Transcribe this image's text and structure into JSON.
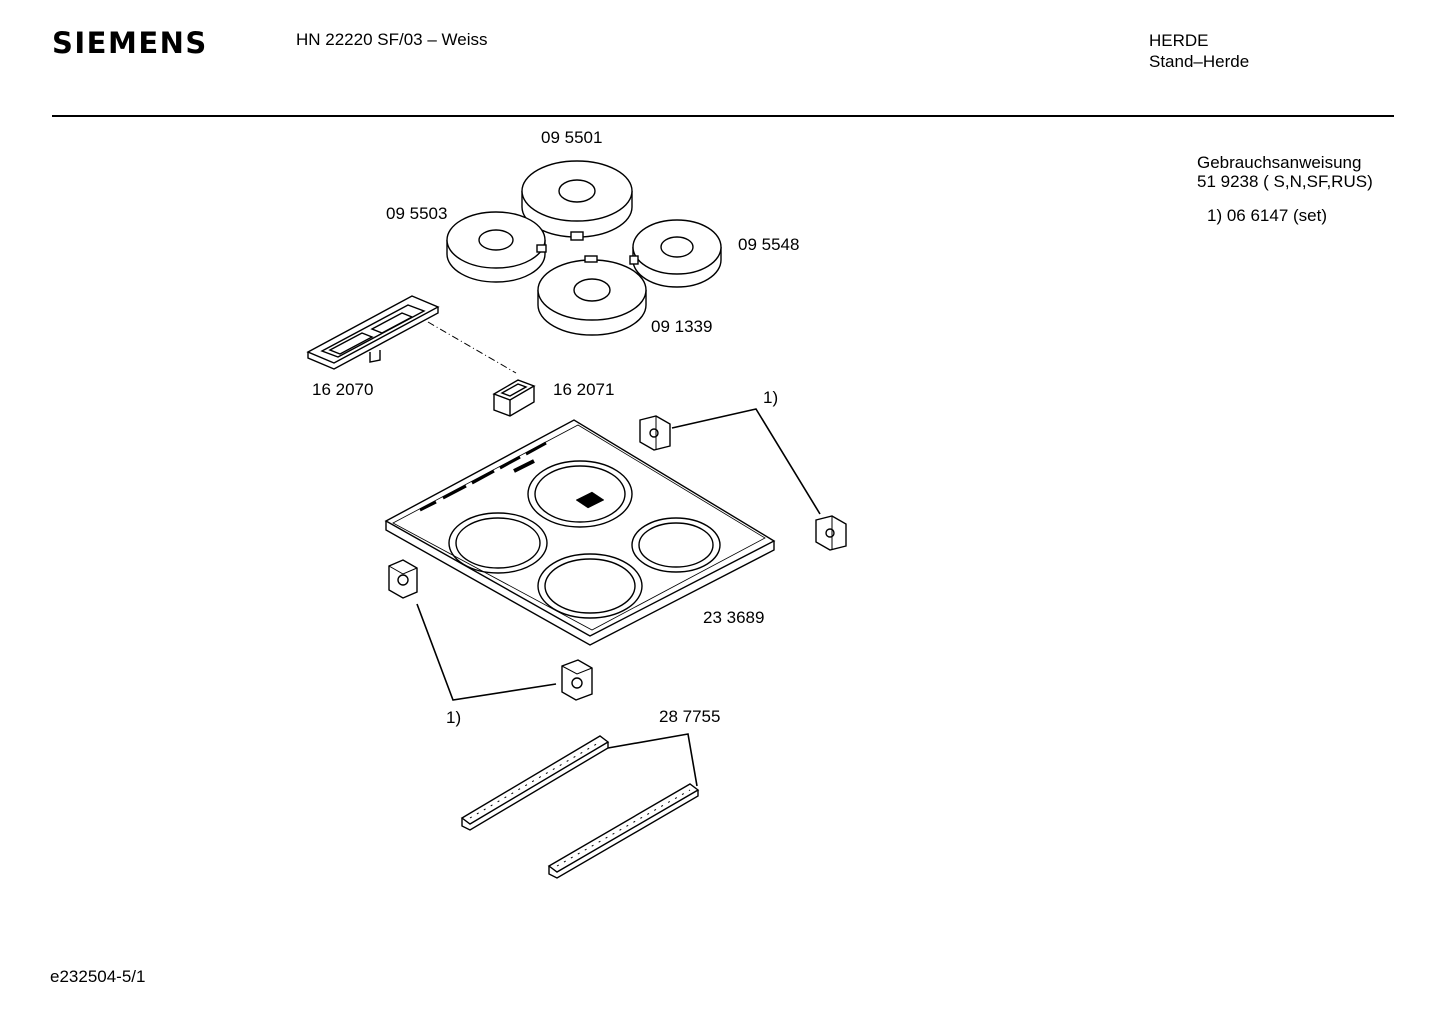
{
  "header": {
    "brand": "SIEMENS",
    "model": "HN 22220 SF/03 – Weiss",
    "category": "HERDE",
    "subcategory": "Stand–Herde"
  },
  "notes": {
    "manual_title": "Gebrauchsanweisung",
    "manual_number": "51 9238 ( S,N,SF,RUS)",
    "set_note": "1) 06 6147 (set)"
  },
  "parts": {
    "p095501": "09 5501",
    "p095503": "09 5503",
    "p095548": "09 5548",
    "p091339": "09 1339",
    "p162070": "16 2070",
    "p162071": "16 2071",
    "p233689": "23 3689",
    "p287755": "28 7755",
    "ref_top": "1)",
    "ref_bottom": "1)"
  },
  "footer": {
    "drawing_id": "e232504-5/1"
  }
}
